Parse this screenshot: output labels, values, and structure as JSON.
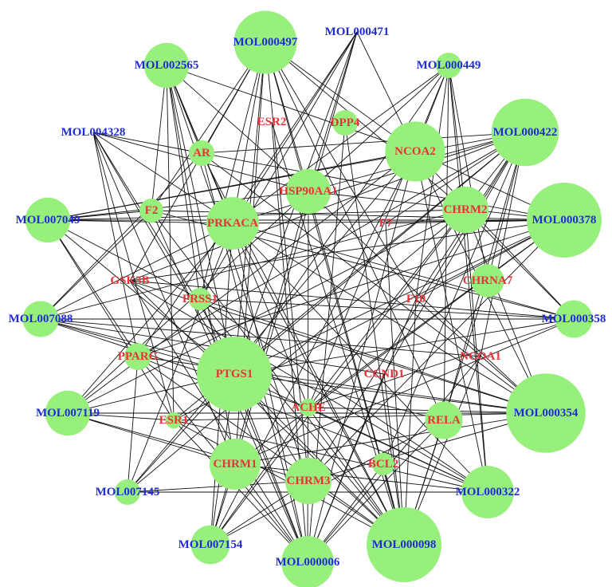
{
  "colors": {
    "node_fill": "#98f07c",
    "compound_label": "#1f2bd6",
    "target_label": "#e8323a",
    "edge": "#111111"
  },
  "nodes": [
    {
      "id": "MOL000497",
      "kind": "compound",
      "size": 4.2
    },
    {
      "id": "MOL000471",
      "kind": "compound",
      "size": 0
    },
    {
      "id": "MOL002565",
      "kind": "compound",
      "size": 3.0
    },
    {
      "id": "MOL000449",
      "kind": "compound",
      "size": 1.7
    },
    {
      "id": "MOL004328",
      "kind": "compound",
      "size": 0
    },
    {
      "id": "MOL000422",
      "kind": "compound",
      "size": 4.5
    },
    {
      "id": "MOL007049",
      "kind": "compound",
      "size": 3.0
    },
    {
      "id": "MOL000378",
      "kind": "compound",
      "size": 5.0
    },
    {
      "id": "MOL007088",
      "kind": "compound",
      "size": 2.4
    },
    {
      "id": "MOL000358",
      "kind": "compound",
      "size": 2.5
    },
    {
      "id": "MOL007119",
      "kind": "compound",
      "size": 3.0
    },
    {
      "id": "MOL000354",
      "kind": "compound",
      "size": 5.3
    },
    {
      "id": "MOL007145",
      "kind": "compound",
      "size": 1.7
    },
    {
      "id": "MOL000322",
      "kind": "compound",
      "size": 3.5
    },
    {
      "id": "MOL007154",
      "kind": "compound",
      "size": 2.6
    },
    {
      "id": "MOL000098",
      "kind": "compound",
      "size": 5.0
    },
    {
      "id": "MOL000006",
      "kind": "compound",
      "size": 3.5
    },
    {
      "id": "ESR2",
      "kind": "target",
      "size": 0
    },
    {
      "id": "DPP4",
      "kind": "target",
      "size": 1.7
    },
    {
      "id": "NCOA2",
      "kind": "target",
      "size": 4.0
    },
    {
      "id": "AR",
      "kind": "target",
      "size": 1.7
    },
    {
      "id": "HSP90AA1",
      "kind": "target",
      "size": 3.0
    },
    {
      "id": "CHRM2",
      "kind": "target",
      "size": 3.1
    },
    {
      "id": "F2",
      "kind": "target",
      "size": 1.6
    },
    {
      "id": "PRKACA",
      "kind": "target",
      "size": 3.5
    },
    {
      "id": "F7",
      "kind": "target",
      "size": 0
    },
    {
      "id": "GSK3B",
      "kind": "target",
      "size": 0
    },
    {
      "id": "CHRNA7",
      "kind": "target",
      "size": 2.2
    },
    {
      "id": "PRSS1",
      "kind": "target",
      "size": 1.5
    },
    {
      "id": "F10",
      "kind": "target",
      "size": 0
    },
    {
      "id": "PPARG",
      "kind": "target",
      "size": 1.8
    },
    {
      "id": "NCOA1",
      "kind": "target",
      "size": 0
    },
    {
      "id": "PTGS1",
      "kind": "target",
      "size": 5.0
    },
    {
      "id": "CCND1",
      "kind": "target",
      "size": 0
    },
    {
      "id": "ACHE",
      "kind": "target",
      "size": 1.2
    },
    {
      "id": "ESR1",
      "kind": "target",
      "size": 1.1
    },
    {
      "id": "RELA",
      "kind": "target",
      "size": 2.5
    },
    {
      "id": "CHRM1",
      "kind": "target",
      "size": 3.4
    },
    {
      "id": "BCL2",
      "kind": "target",
      "size": 1.5
    },
    {
      "id": "CHRM3",
      "kind": "target",
      "size": 3.1
    }
  ],
  "edges": [
    [
      "MOL000497",
      "AR"
    ],
    [
      "MOL000497",
      "HSP90AA1"
    ],
    [
      "MOL000497",
      "PRKACA"
    ],
    [
      "MOL000497",
      "NCOA2"
    ],
    [
      "MOL000497",
      "PTGS1"
    ],
    [
      "MOL000497",
      "F2"
    ],
    [
      "MOL000497",
      "CHRM2"
    ],
    [
      "MOL000497",
      "PRSS1"
    ],
    [
      "MOL000497",
      "CHRM1"
    ],
    [
      "MOL000497",
      "F10"
    ],
    [
      "MOL000497",
      "GSK3B"
    ],
    [
      "MOL000497",
      "CHRM3"
    ],
    [
      "MOL000497",
      "RELA"
    ],
    [
      "MOL000497",
      "MOL000098"
    ],
    [
      "MOL000471",
      "PTGS1"
    ],
    [
      "MOL000471",
      "HSP90AA1"
    ],
    [
      "MOL000471",
      "PRKACA"
    ],
    [
      "MOL000471",
      "PRSS1"
    ],
    [
      "MOL000471",
      "NCOA2"
    ],
    [
      "MOL000471",
      "CHRM1"
    ],
    [
      "MOL000471",
      "PPARG"
    ],
    [
      "MOL002565",
      "AR"
    ],
    [
      "MOL002565",
      "PRKACA"
    ],
    [
      "MOL002565",
      "PTGS1"
    ],
    [
      "MOL002565",
      "HSP90AA1"
    ],
    [
      "MOL002565",
      "F2"
    ],
    [
      "MOL002565",
      "ESR1"
    ],
    [
      "MOL002565",
      "CHRM1"
    ],
    [
      "MOL002565",
      "CHRM3"
    ],
    [
      "MOL002565",
      "PRSS1"
    ],
    [
      "MOL002565",
      "NCOA2"
    ],
    [
      "MOL002565",
      "ACHE"
    ],
    [
      "MOL000449",
      "PTGS1"
    ],
    [
      "MOL000449",
      "PRKACA"
    ],
    [
      "MOL000449",
      "NCOA2"
    ],
    [
      "MOL000449",
      "CHRM2"
    ],
    [
      "MOL000449",
      "ACHE"
    ],
    [
      "MOL000449",
      "CHRNA7"
    ],
    [
      "MOL000449",
      "HSP90AA1"
    ],
    [
      "MOL000449",
      "F10"
    ],
    [
      "MOL000449",
      "RELA"
    ],
    [
      "MOL000449",
      "MOL000322"
    ],
    [
      "MOL004328",
      "AR"
    ],
    [
      "MOL004328",
      "PTGS1"
    ],
    [
      "MOL004328",
      "PRKACA"
    ],
    [
      "MOL004328",
      "HSP90AA1"
    ],
    [
      "MOL004328",
      "PPARG"
    ],
    [
      "MOL004328",
      "ESR1"
    ],
    [
      "MOL004328",
      "CHRM1"
    ],
    [
      "MOL004328",
      "CHRM3"
    ],
    [
      "MOL000422",
      "PTGS1"
    ],
    [
      "MOL000422",
      "HSP90AA1"
    ],
    [
      "MOL000422",
      "PRKACA"
    ],
    [
      "MOL000422",
      "AR"
    ],
    [
      "MOL000422",
      "F7"
    ],
    [
      "MOL000422",
      "F10"
    ],
    [
      "MOL000422",
      "PPARG"
    ],
    [
      "MOL000422",
      "RELA"
    ],
    [
      "MOL000422",
      "CCND1"
    ],
    [
      "MOL000422",
      "CHRNA7"
    ],
    [
      "MOL000422",
      "NCOA1"
    ],
    [
      "MOL000422",
      "BCL2"
    ],
    [
      "MOL000422",
      "ESR1"
    ],
    [
      "MOL000422",
      "ACHE"
    ],
    [
      "MOL000422",
      "GSK3B"
    ],
    [
      "MOL000422",
      "CHRM3"
    ],
    [
      "MOL000422",
      "MOL007049"
    ],
    [
      "MOL007049",
      "PRKACA"
    ],
    [
      "MOL007049",
      "PTGS1"
    ],
    [
      "MOL007049",
      "F2"
    ],
    [
      "MOL007049",
      "CHRM2"
    ],
    [
      "MOL007049",
      "HSP90AA1"
    ],
    [
      "MOL007049",
      "PRSS1"
    ],
    [
      "MOL007049",
      "PPARG"
    ],
    [
      "MOL007049",
      "ESR1"
    ],
    [
      "MOL007049",
      "NCOA2"
    ],
    [
      "MOL007049",
      "MOL000378"
    ],
    [
      "MOL000378",
      "PTGS1"
    ],
    [
      "MOL000378",
      "PRKACA"
    ],
    [
      "MOL000378",
      "HSP90AA1"
    ],
    [
      "MOL000378",
      "AR"
    ],
    [
      "MOL000378",
      "F2"
    ],
    [
      "MOL000378",
      "GSK3B"
    ],
    [
      "MOL000378",
      "PPARG"
    ],
    [
      "MOL000378",
      "ESR1"
    ],
    [
      "MOL000378",
      "ACHE"
    ],
    [
      "MOL000378",
      "CHRM1"
    ],
    [
      "MOL000378",
      "CHRM3"
    ],
    [
      "MOL000378",
      "NCOA2"
    ],
    [
      "MOL000378",
      "F7"
    ],
    [
      "MOL000378",
      "F10"
    ],
    [
      "MOL007088",
      "PTGS1"
    ],
    [
      "MOL007088",
      "PRKACA"
    ],
    [
      "MOL007088",
      "F2"
    ],
    [
      "MOL007088",
      "CHRM2"
    ],
    [
      "MOL007088",
      "AR"
    ],
    [
      "MOL007088",
      "ACHE"
    ],
    [
      "MOL007088",
      "NCOA1"
    ],
    [
      "MOL007088",
      "CCND1"
    ],
    [
      "MOL007088",
      "RELA"
    ],
    [
      "MOL007088",
      "MOL000358"
    ],
    [
      "MOL000358",
      "PTGS1"
    ],
    [
      "MOL000358",
      "CHRM2"
    ],
    [
      "MOL000358",
      "NCOA2"
    ],
    [
      "MOL000358",
      "PRKACA"
    ],
    [
      "MOL000358",
      "GSK3B"
    ],
    [
      "MOL000358",
      "PRSS1"
    ],
    [
      "MOL000358",
      "F2"
    ],
    [
      "MOL000358",
      "ACHE"
    ],
    [
      "MOL000358",
      "CHRM1"
    ],
    [
      "MOL007119",
      "PTGS1"
    ],
    [
      "MOL007119",
      "HSP90AA1"
    ],
    [
      "MOL007119",
      "CHRM2"
    ],
    [
      "MOL007119",
      "PRKACA"
    ],
    [
      "MOL007119",
      "NCOA2"
    ],
    [
      "MOL007119",
      "ESR1"
    ],
    [
      "MOL007119",
      "CHRM1"
    ],
    [
      "MOL007119",
      "CHRM3"
    ],
    [
      "MOL007119",
      "MOL000354"
    ],
    [
      "MOL000354",
      "PTGS1"
    ],
    [
      "MOL000354",
      "PRKACA"
    ],
    [
      "MOL000354",
      "HSP90AA1"
    ],
    [
      "MOL000354",
      "AR"
    ],
    [
      "MOL000354",
      "CHRM2"
    ],
    [
      "MOL000354",
      "PPARG"
    ],
    [
      "MOL000354",
      "GSK3B"
    ],
    [
      "MOL000354",
      "ESR1"
    ],
    [
      "MOL000354",
      "CHRM1"
    ],
    [
      "MOL000354",
      "CHRM3"
    ],
    [
      "MOL000354",
      "ACHE"
    ],
    [
      "MOL000354",
      "PRSS1"
    ],
    [
      "MOL000354",
      "F10"
    ],
    [
      "MOL000354",
      "NCOA2"
    ],
    [
      "MOL007145",
      "PTGS1"
    ],
    [
      "MOL007145",
      "PRKACA"
    ],
    [
      "MOL007145",
      "PPARG"
    ],
    [
      "MOL007145",
      "NCOA2"
    ],
    [
      "MOL007145",
      "CHRM2"
    ],
    [
      "MOL007145",
      "CHRM3"
    ],
    [
      "MOL007145",
      "MOL000322"
    ],
    [
      "MOL000322",
      "PTGS1"
    ],
    [
      "MOL000322",
      "CHRM2"
    ],
    [
      "MOL000322",
      "NCOA2"
    ],
    [
      "MOL000322",
      "PRKACA"
    ],
    [
      "MOL000322",
      "ACHE"
    ],
    [
      "MOL000322",
      "PRSS1"
    ],
    [
      "MOL000322",
      "ESR1"
    ],
    [
      "MOL000322",
      "PPARG"
    ],
    [
      "MOL000322",
      "GSK3B"
    ],
    [
      "MOL000322",
      "CHRM1"
    ],
    [
      "MOL007154",
      "PTGS1"
    ],
    [
      "MOL007154",
      "PRKACA"
    ],
    [
      "MOL007154",
      "CHRM2"
    ],
    [
      "MOL007154",
      "NCOA2"
    ],
    [
      "MOL007154",
      "HSP90AA1"
    ],
    [
      "MOL007154",
      "CHRM1"
    ],
    [
      "MOL007154",
      "CHRM3"
    ],
    [
      "MOL007154",
      "ACHE"
    ],
    [
      "MOL007154",
      "RELA"
    ],
    [
      "MOL000098",
      "PTGS1"
    ],
    [
      "MOL000098",
      "PRKACA"
    ],
    [
      "MOL000098",
      "HSP90AA1"
    ],
    [
      "MOL000098",
      "AR"
    ],
    [
      "MOL000098",
      "ESR2"
    ],
    [
      "MOL000098",
      "DPP4"
    ],
    [
      "MOL000098",
      "F2"
    ],
    [
      "MOL000098",
      "F7"
    ],
    [
      "MOL000098",
      "GSK3B"
    ],
    [
      "MOL000098",
      "PRSS1"
    ],
    [
      "MOL000098",
      "PPARG"
    ],
    [
      "MOL000098",
      "ESR1"
    ],
    [
      "MOL000098",
      "CCND1"
    ],
    [
      "MOL000098",
      "NCOA1"
    ],
    [
      "MOL000098",
      "RELA"
    ],
    [
      "MOL000098",
      "CHRNA7"
    ],
    [
      "MOL000098",
      "F10"
    ],
    [
      "MOL000098",
      "BCL2"
    ],
    [
      "MOL000098",
      "ACHE"
    ],
    [
      "MOL000098",
      "CHRM3"
    ],
    [
      "MOL000006",
      "PTGS1"
    ],
    [
      "MOL000006",
      "PRKACA"
    ],
    [
      "MOL000006",
      "HSP90AA1"
    ],
    [
      "MOL000006",
      "AR"
    ],
    [
      "MOL000006",
      "ESR2"
    ],
    [
      "MOL000006",
      "DPP4"
    ],
    [
      "MOL000006",
      "F2"
    ],
    [
      "MOL000006",
      "GSK3B"
    ],
    [
      "MOL000006",
      "PRSS1"
    ],
    [
      "MOL000006",
      "PPARG"
    ],
    [
      "MOL000006",
      "ESR1"
    ],
    [
      "MOL000006",
      "CCND1"
    ],
    [
      "MOL000006",
      "NCOA1"
    ],
    [
      "MOL000006",
      "RELA"
    ],
    [
      "MOL000006",
      "BCL2"
    ],
    [
      "MOL000006",
      "CHRM1"
    ],
    [
      "MOL000006",
      "NCOA2"
    ],
    [
      "MOL000006",
      "F10"
    ]
  ]
}
